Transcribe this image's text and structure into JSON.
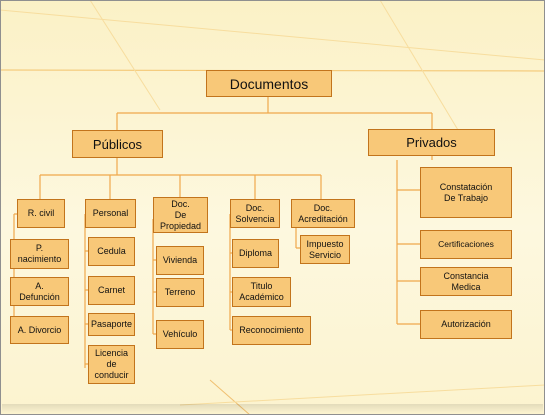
{
  "diagram": {
    "root": "Documentos",
    "publicos": "Públicos",
    "privados": "Privados",
    "columns": {
      "rcivil": {
        "header": "R. civil",
        "items": [
          "P.\nnacimiento",
          "A.\nDefunción",
          "A. Divorcio"
        ]
      },
      "personal": {
        "header": "Personal",
        "items": [
          "Cedula",
          "Carnet",
          "Pasaporte",
          "Licencia\nde\nconducir"
        ]
      },
      "propiedad": {
        "header": "Doc.\nDe\nPropiedad",
        "items": [
          "Vivienda",
          "Terreno",
          "Vehículo"
        ]
      },
      "solvencia": {
        "header": "Doc.\nSolvencia",
        "items": [
          "Diploma",
          "Titulo\nAcadémico",
          "Reconocimiento"
        ]
      },
      "acreditacion": {
        "header": "Doc.\nAcreditación",
        "items": [
          "Impuesto\nServicio"
        ]
      }
    },
    "private_items": [
      "Constatación\nDe Trabajo",
      "Certificaciones",
      "Constancia\nMedica",
      "Autorización"
    ]
  },
  "colors": {
    "box_fill": "#f8c878",
    "box_border": "#c2741c",
    "connector": "#f0a84c",
    "background": "#fcf4d2"
  }
}
